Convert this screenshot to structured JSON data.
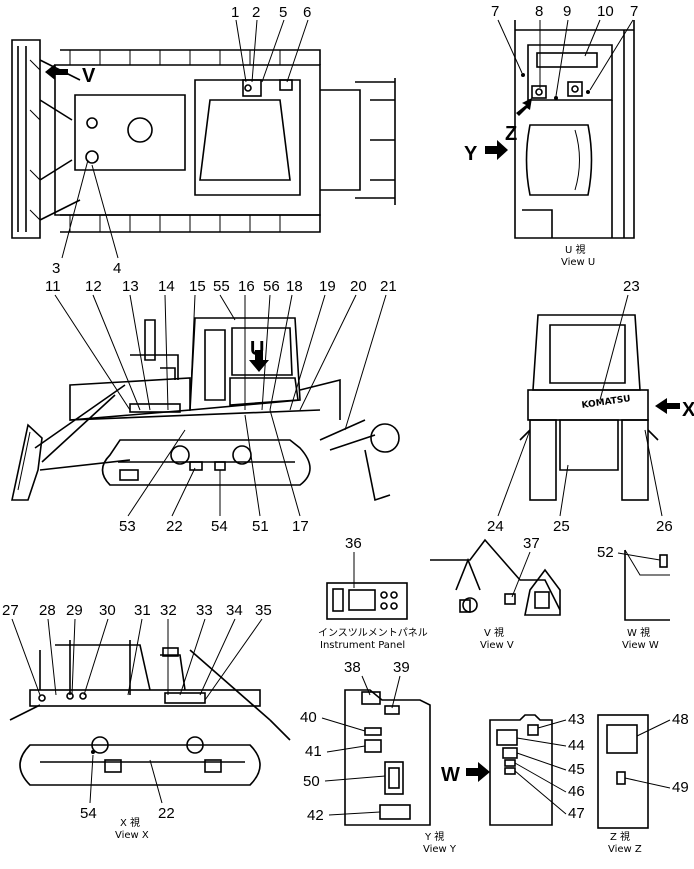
{
  "callouts": {
    "n1": "1",
    "n2": "2",
    "n3": "3",
    "n4": "4",
    "n5": "5",
    "n6": "6",
    "n7a": "7",
    "n7b": "7",
    "n8": "8",
    "n9": "9",
    "n10": "10",
    "n11": "11",
    "n12": "12",
    "n13": "13",
    "n14": "14",
    "n15": "15",
    "n55": "55",
    "n16": "16",
    "n56": "56",
    "n18": "18",
    "n19": "19",
    "n20": "20",
    "n21": "21",
    "n23": "23",
    "n53": "53",
    "n22a": "22",
    "n54a": "54",
    "n51": "51",
    "n17": "17",
    "n24": "24",
    "n25": "25",
    "n26": "26",
    "n36": "36",
    "n37": "37",
    "n52": "52",
    "n27": "27",
    "n28": "28",
    "n29": "29",
    "n30": "30",
    "n31": "31",
    "n32": "32",
    "n33": "33",
    "n34": "34",
    "n35": "35",
    "n38": "38",
    "n39": "39",
    "n40": "40",
    "n41": "41",
    "n50": "50",
    "n42": "42",
    "n43": "43",
    "n44": "44",
    "n45": "45",
    "n46": "46",
    "n47": "47",
    "n48": "48",
    "n49": "49",
    "n54b": "54",
    "n22b": "22"
  },
  "view_letters": {
    "v": "V",
    "x": "X",
    "y": "Y",
    "z": "Z",
    "u": "U",
    "w": "W"
  },
  "captions": {
    "view_u_jp": "U 視",
    "view_u": "View U",
    "view_v_jp": "V 視",
    "view_v": "View V",
    "view_w_jp": "W 視",
    "view_w": "View W",
    "view_x_jp": "X 視",
    "view_x": "View X",
    "view_y_jp": "Y 視",
    "view_y": "View Y",
    "view_z_jp": "Z 視",
    "view_z": "View Z",
    "panel_jp": "インスツルメントパネル",
    "panel": "Instrument Panel"
  },
  "brand_plate": "KOMATSU"
}
